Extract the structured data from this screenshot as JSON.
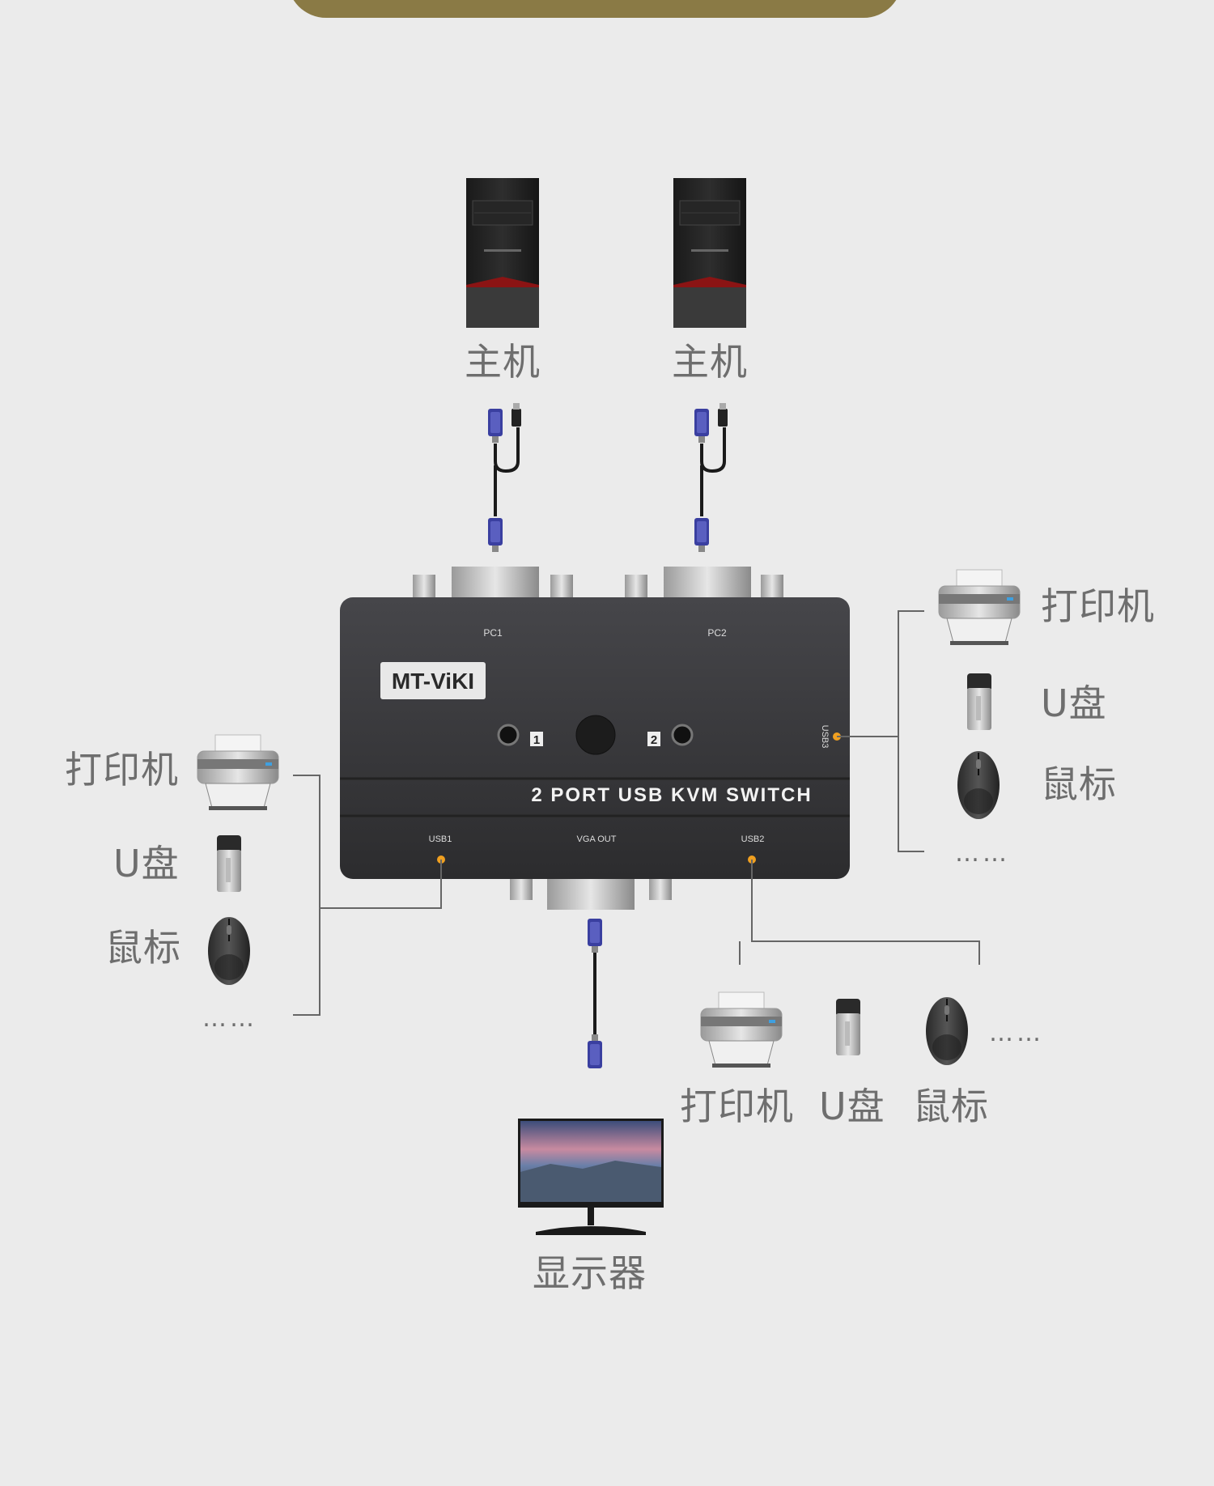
{
  "labels": {
    "host1": "主机",
    "host2": "主机",
    "right_printer": "打印机",
    "right_udisk": "U盘",
    "right_mouse": "鼠标",
    "right_more": "……",
    "left_printer": "打印机",
    "left_udisk": "U盘",
    "left_mouse": "鼠标",
    "left_more": "……",
    "bottom_printer": "打印机",
    "bottom_udisk": "U盘",
    "bottom_mouse": "鼠标",
    "bottom_more": "……",
    "monitor": "显示器"
  },
  "device": {
    "brand": "MT-ViKI",
    "model": "2 PORT USB KVM SWITCH",
    "port_pc1": "PC1",
    "port_pc2": "PC2",
    "port_usb1": "USB1",
    "port_vga_out": "VGA OUT",
    "port_usb2": "USB2",
    "port_usb3": "USB3",
    "led1": "1",
    "led2": "2"
  },
  "colors": {
    "background": "#ebebeb",
    "banner": "#8a7a45",
    "device_body": "#3a3a3c",
    "connector_blue": "#3a3fa0",
    "led_orange": "#f0a020",
    "line": "#666666"
  }
}
